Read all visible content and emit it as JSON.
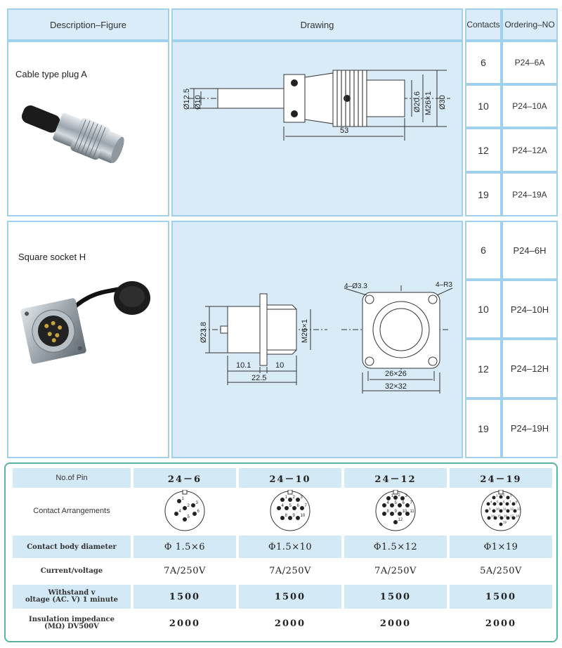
{
  "header": {
    "description": "Description–Figure",
    "drawing": "Drawing",
    "contacts": "Contacts",
    "ordering": "Ordering–NO"
  },
  "plug": {
    "label": "Cable type plug A",
    "dims": {
      "d125": "Ø12.5",
      "d10": "Ø10",
      "len": "53",
      "d206": "Ø20.6",
      "m26": "M26×1",
      "d30": "Ø30"
    },
    "rows": [
      {
        "contacts": "6",
        "order": "P24–6A"
      },
      {
        "contacts": "10",
        "order": "P24–10A"
      },
      {
        "contacts": "12",
        "order": "P24–12A"
      },
      {
        "contacts": "19",
        "order": "P24–19A"
      }
    ]
  },
  "socket": {
    "label": "Square socket  H",
    "dims": {
      "d238": "Ø23.8",
      "m26": "M26×1",
      "a101": "10.1",
      "a10": "10",
      "a225": "22.5",
      "holes": "4–Ø3.3",
      "r3": "4–R3",
      "s26": "26×26",
      "s32": "32×32"
    },
    "rows": [
      {
        "contacts": "6",
        "order": "P24–6H"
      },
      {
        "contacts": "10",
        "order": "P24–10H"
      },
      {
        "contacts": "12",
        "order": "P24–12H"
      },
      {
        "contacts": "19",
        "order": "P24–19H"
      }
    ]
  },
  "spec": {
    "labels": {
      "pin": "No.of Pin",
      "arrangement": "Contact Arrangements",
      "diameter": "Contact body diameter",
      "current": "Current/voltage",
      "withstand1": "Withstand v",
      "withstand2": "oltage (AC. V) 1 minute",
      "insulation1": "Insulation impedance",
      "insulation2": "(MΩ) DV500V"
    },
    "columns": [
      {
        "pin": "24－6",
        "diameter": "Φ 1.5×6",
        "current": "7A/250V",
        "withstand": "1500",
        "insulation": "2000",
        "contact_numbers": [
          "1",
          "2",
          "3",
          "4",
          "5",
          "6"
        ]
      },
      {
        "pin": "24－10",
        "diameter": "Φ1.5×10",
        "current": "7A/250V",
        "withstand": "1500",
        "insulation": "2000",
        "contact_numbers": [
          "1",
          "2",
          "3",
          "4",
          "5",
          "6",
          "7",
          "8",
          "9",
          "10"
        ]
      },
      {
        "pin": "24－12",
        "diameter": "Φ1.5×12",
        "current": "7A/250V",
        "withstand": "1500",
        "insulation": "2000",
        "contact_numbers": [
          "1",
          "2",
          "3",
          "4",
          "5",
          "6",
          "7",
          "8",
          "9",
          "10",
          "11",
          "12"
        ]
      },
      {
        "pin": "24－19",
        "diameter": "Φ1×19",
        "current": "5A/250V",
        "withstand": "1500",
        "insulation": "2000",
        "contact_numbers": [
          "1",
          "2",
          "3",
          "4",
          "5",
          "6",
          "7",
          "8",
          "9",
          "10",
          "11",
          "12",
          "13",
          "14",
          "15",
          "16",
          "17",
          "18",
          "19"
        ]
      }
    ]
  }
}
